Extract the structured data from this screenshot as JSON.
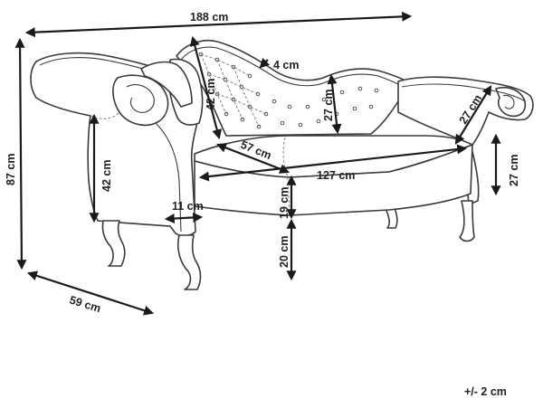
{
  "dimensions": {
    "overall_width": "188 cm",
    "overall_height": "87 cm",
    "depth": "59 cm",
    "backrest_thickness": "4 cm",
    "backrest_height_high": "42 cm",
    "backrest_height_low": "27 cm",
    "seat_depth": "57 cm",
    "seat_width": "127 cm",
    "armrest_height": "42 cm",
    "armrest_width": "11 cm",
    "seat_thickness": "19 cm",
    "leg_height": "20 cm",
    "small_arm_width": "27 cm",
    "small_arm_height": "27 cm"
  },
  "tolerance": "+/- 2 cm"
}
